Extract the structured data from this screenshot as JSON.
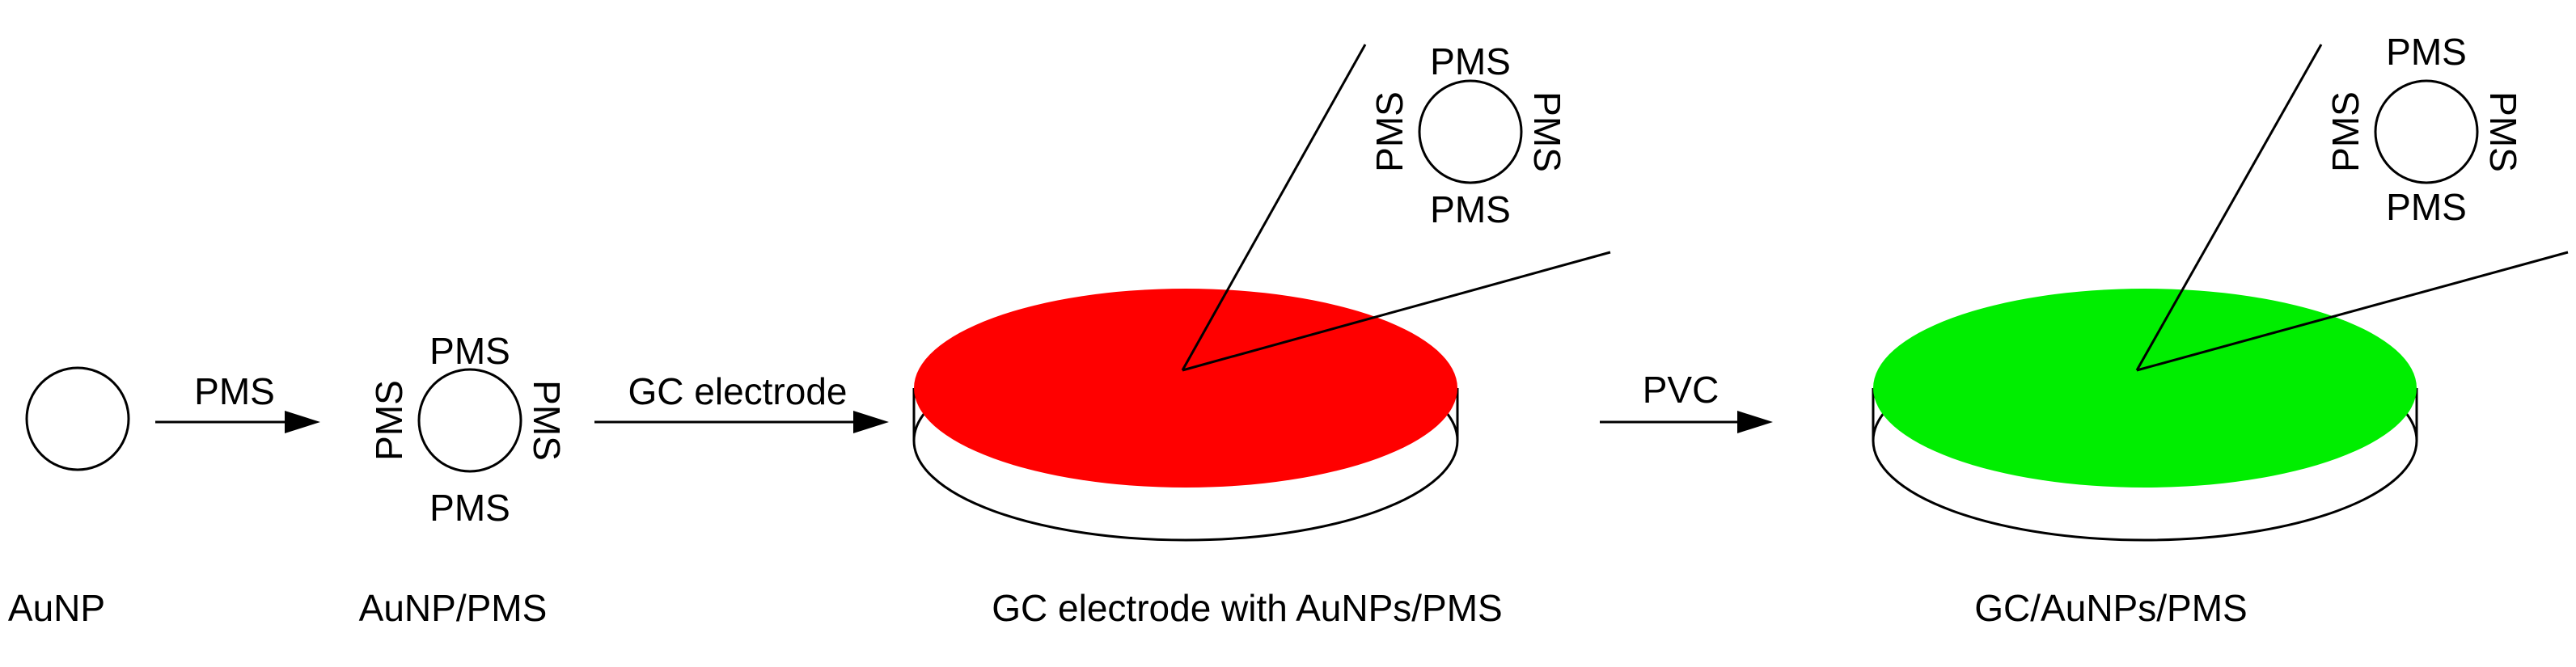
{
  "stages": [
    {
      "caption": "AuNP"
    },
    {
      "caption": "AuNP/PMS",
      "particle_labels": [
        "PMS",
        "PMS",
        "PMS",
        "PMS"
      ]
    },
    {
      "caption": "GC electrode with AuNPs/PMS",
      "surface_color": "#ff0000",
      "particle_labels": [
        "PMS",
        "PMS",
        "PMS",
        "PMS"
      ]
    },
    {
      "caption": "GC/AuNPs/PMS",
      "surface_color": "#00ee00",
      "particle_labels": [
        "PMS",
        "PMS",
        "PMS",
        "PMS"
      ]
    }
  ],
  "arrows": [
    {
      "label": "PMS"
    },
    {
      "label": "GC electrode"
    },
    {
      "label": "PVC"
    }
  ],
  "colors": {
    "stroke": "#000000",
    "background": "#ffffff"
  }
}
